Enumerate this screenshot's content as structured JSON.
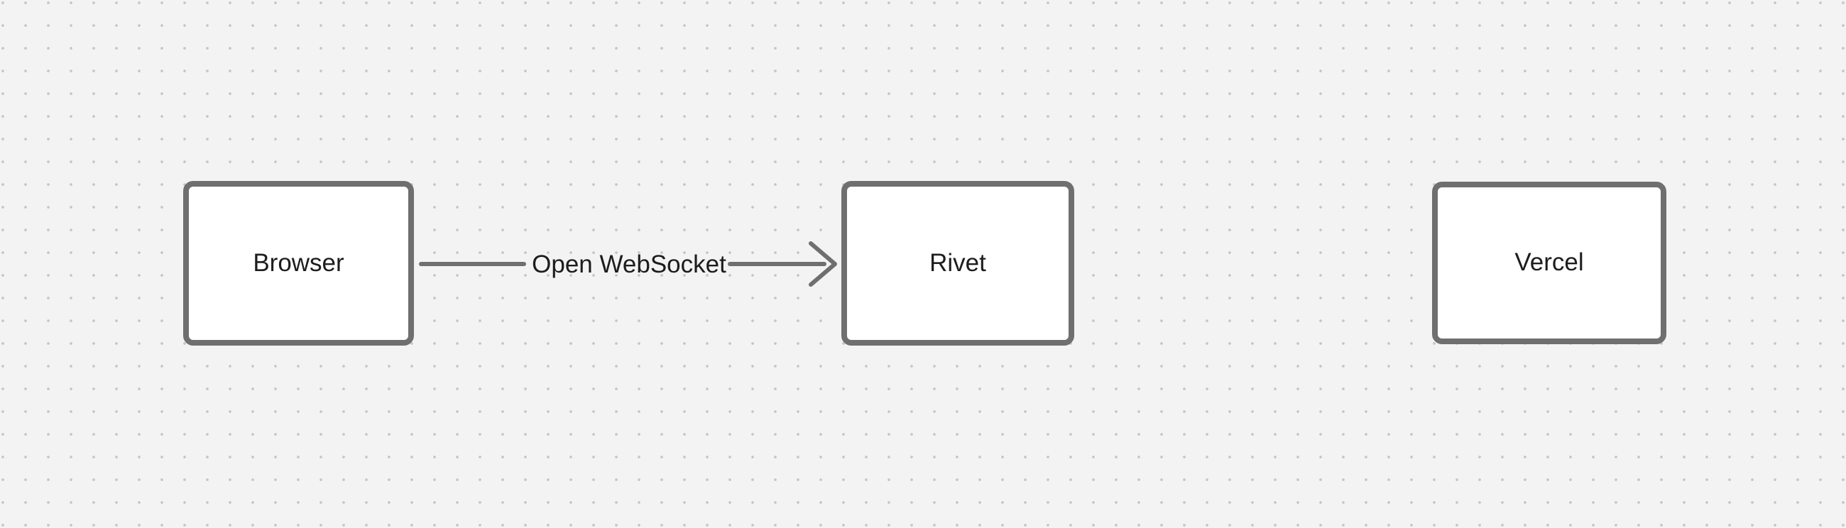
{
  "colors": {
    "background": "#f3f3f3",
    "dot": "#c5c5c5",
    "stroke": "#6f6f6f",
    "node_fill": "#ffffff",
    "text": "#1d1d1d"
  },
  "diagram": {
    "nodes": [
      {
        "id": "browser",
        "label": "Browser"
      },
      {
        "id": "rivet",
        "label": "Rivet"
      },
      {
        "id": "vercel",
        "label": "Vercel"
      }
    ],
    "edges": [
      {
        "from": "browser",
        "to": "rivet",
        "label": "Open WebSocket",
        "direction": "right"
      }
    ]
  }
}
